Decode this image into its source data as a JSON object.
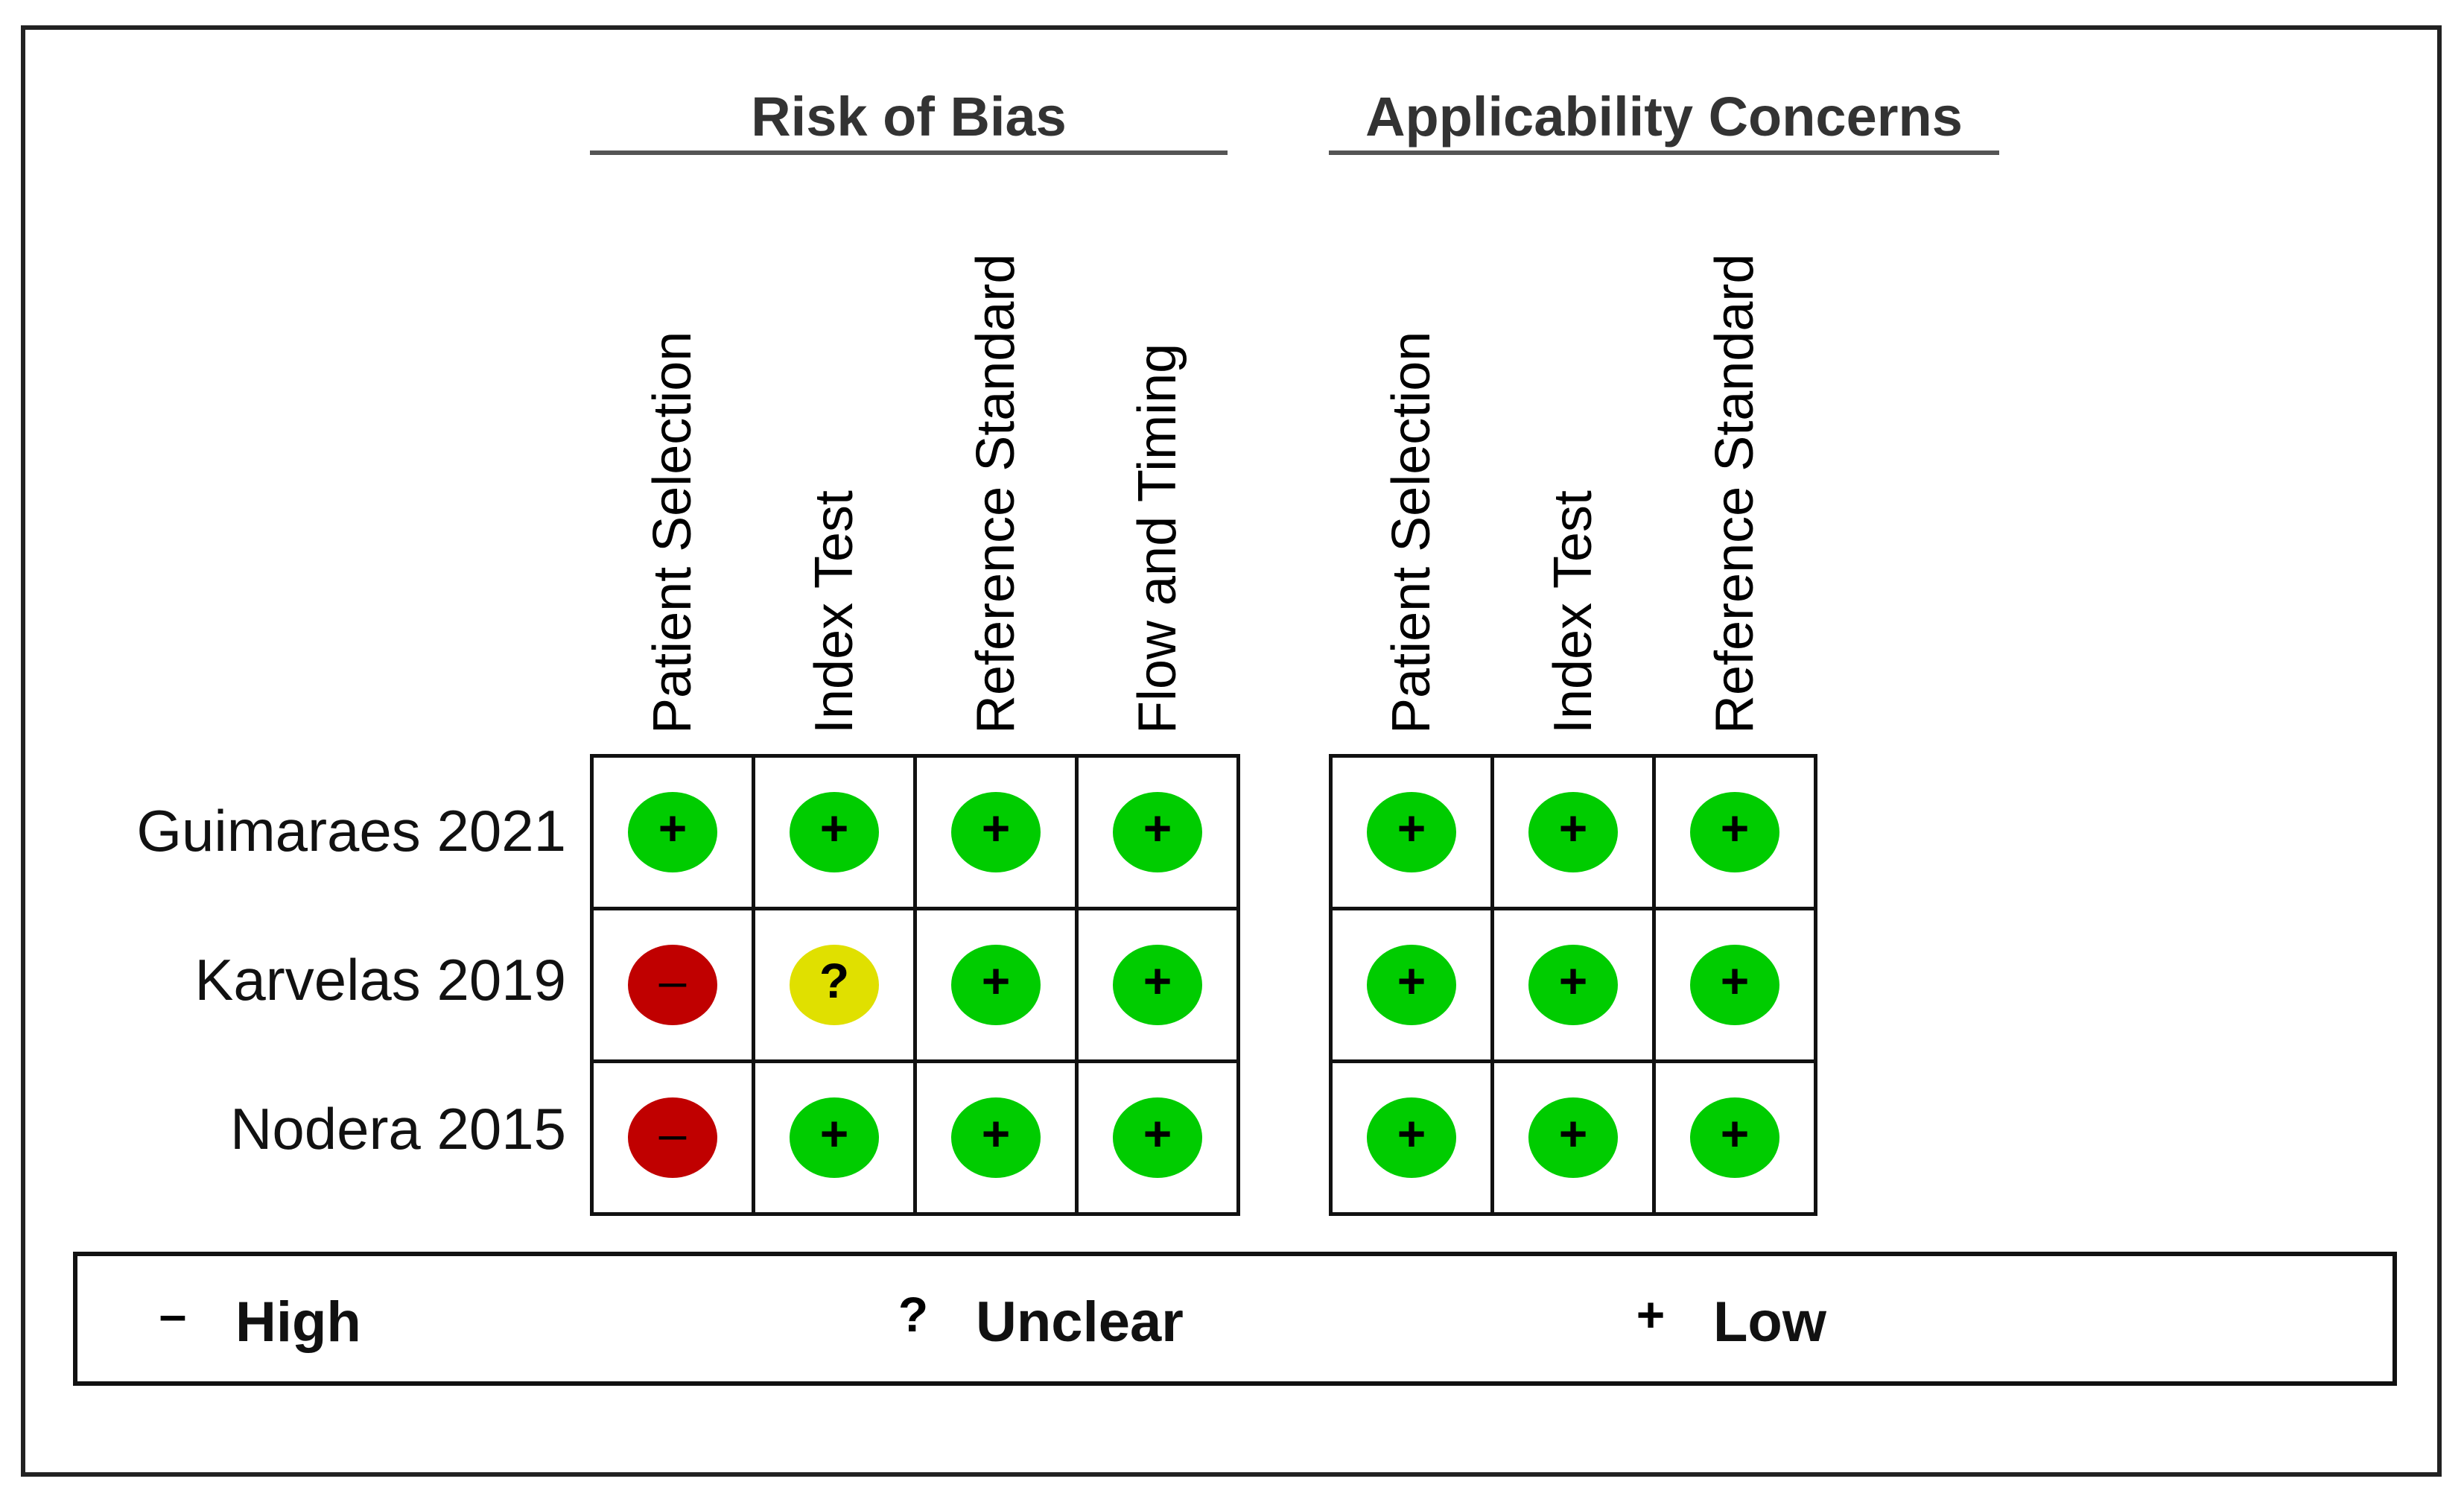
{
  "sections": {
    "risk": {
      "title": "Risk of Bias",
      "columns": [
        "Patient Selection",
        "Index Test",
        "Reference Standard",
        "Flow and Timing"
      ]
    },
    "applicability": {
      "title": "Applicability Concerns",
      "columns": [
        "Patient Selection",
        "Index Test",
        "Reference Standard"
      ]
    }
  },
  "studies": [
    {
      "name": "Guimaraes 2021",
      "risk": [
        "low",
        "low",
        "low",
        "low"
      ],
      "applicability": [
        "low",
        "low",
        "low"
      ]
    },
    {
      "name": "Karvelas 2019",
      "risk": [
        "high",
        "unclear",
        "low",
        "low"
      ],
      "applicability": [
        "low",
        "low",
        "low"
      ]
    },
    {
      "name": "Nodera 2015",
      "risk": [
        "high",
        "low",
        "low",
        "low"
      ],
      "applicability": [
        "low",
        "low",
        "low"
      ]
    }
  ],
  "ratings": {
    "high": {
      "label": "High",
      "symbol": "–",
      "color": "#c00000"
    },
    "unclear": {
      "label": "Unclear",
      "symbol": "?",
      "color": "#e0e000"
    },
    "low": {
      "label": "Low",
      "symbol": "+",
      "color": "#00cc00"
    }
  }
}
